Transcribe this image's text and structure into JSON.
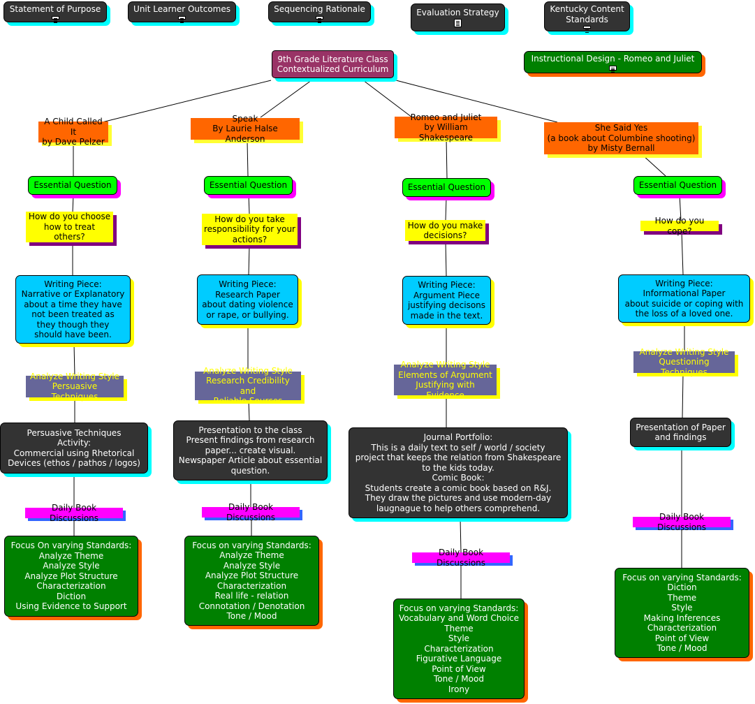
{
  "top_links": [
    {
      "label": "Statement of Purpose",
      "icon": "document-icon"
    },
    {
      "label": "Unit Learner Outcomes",
      "icon": "document-icon"
    },
    {
      "label": "Sequencing Rationale",
      "icon": "document-icon"
    },
    {
      "label": "Evaluation Strategy",
      "icon": "document-icon"
    },
    {
      "label": "Kentucky Content\nStandards",
      "icon": "document-icon"
    }
  ],
  "title": "9th Grade Literature Class\nContextualized Curriculum",
  "instructional_design": {
    "label": "Instructional Design - Romeo and Juliet",
    "icon": "document-icon"
  },
  "branches": [
    {
      "book": "A Child Called It\nby Dave Pelzer",
      "essential_question": "Essential Question",
      "question": "How do you choose\nhow to treat\nothers?",
      "writing": "Writing Piece:\nNarrative or Explanatory\nabout a time they have\nnot been treated as\nthey though they\nshould have been.",
      "analyze": "Analyze Writing Style\nPersuasive Techniques",
      "activity": "Persuasive Techniques\nActivity:\nCommercial using Rhetorical\nDevices (ethos / pathos / logos)",
      "discussion": "Daily Book Discussions",
      "standards": "Focus On varying Standards:\nAnalyze Theme\nAnalyze Style\nAnalyze Plot Structure\nCharacterization\nDiction\nUsing Evidence to Support"
    },
    {
      "book": "Speak\nBy Laurie Halse Anderson",
      "essential_question": "Essential Question",
      "question": "How do you take\nresponsibility for your\nactions?",
      "writing": "Writing Piece:\nResearch Paper\nabout dating violence\nor rape, or bullying.",
      "analyze": "Analyze Writing Style\nResearch Credibility and\nReliable Sources",
      "activity": "Presentation to the class\nPresent findings from research\npaper... create visual.\nNewspaper Article about essential\nquestion.",
      "discussion": "Daily Book Discussions",
      "standards": "Focus on varying Standards:\nAnalyze Theme\nAnalyze Style\nAnalyze Plot Structure\nCharacterization\nReal life - relation\nConnotation / Denotation\nTone / Mood"
    },
    {
      "book": "Romeo and Juliet\nby William Shakespeare",
      "essential_question": "Essential Question",
      "question": "How do you make\ndecisions?",
      "writing": "Writing Piece:\nArgument Piece\njustifying decisons\nmade in the text.",
      "analyze": "Analyze Writing Style\nElements of Argument\nJustifying with Evidence",
      "activity": "Journal Portfolio:\nThis is a daily text to self / world / society\nproject that keeps the relation from Shakespeare\nto the kids today.\nComic Book:\nStudents create a comic book based on R&J.\nThey draw the pictures and use modern-day\nlaugnague to help others comprehend.",
      "discussion": "Daily Book Discussions",
      "standards": "Focus on varying Standards:\nVocabulary and Word Choice\nTheme\nStyle\nCharacterization\nFigurative Language\nPoint of View\nTone / Mood\nIrony"
    },
    {
      "book": "She Said Yes\n(a book about Columbine shooting)\nby Misty Bernall",
      "essential_question": "Essential Question",
      "question": "How do you cope?",
      "writing": "Writing Piece:\nInformational Paper\nabout suicide or coping with\nthe loss of a loved one.",
      "analyze": "Analyze Writing Style\nQuestioning Techniques",
      "activity": "Presentation of Paper\nand findings",
      "discussion": "Daily Book Discussions",
      "standards": "Focus on varying Standards:\nDiction\nTheme\nStyle\nMaking Inferences\nCharacterization\nPoint of View\nTone / Mood"
    }
  ]
}
